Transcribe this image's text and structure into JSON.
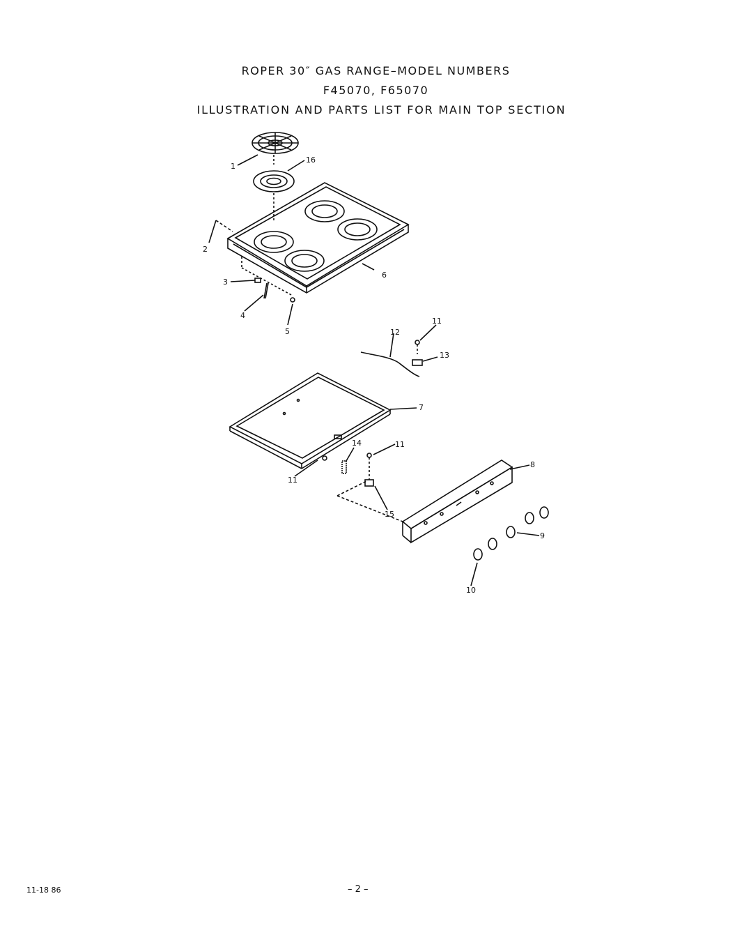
{
  "header": {
    "line1": "ROPER 30″ GAS RANGE–MODEL NUMBERS",
    "line2": "F45070, F65070",
    "line3": "ILLUSTRATION AND PARTS LIST FOR MAIN TOP SECTION"
  },
  "callouts": {
    "c1": "1",
    "c16": "16",
    "c2": "2",
    "c6": "6",
    "c3": "3",
    "c4": "4",
    "c5": "5",
    "c12": "12",
    "c11a": "11",
    "c13": "13",
    "c7": "7",
    "c14": "14",
    "c11b": "11",
    "c11c": "11",
    "c8": "8",
    "c15": "15",
    "c9": "9",
    "c10": "10"
  },
  "footer": {
    "date": "11-18 86",
    "page": "– 2 –"
  }
}
